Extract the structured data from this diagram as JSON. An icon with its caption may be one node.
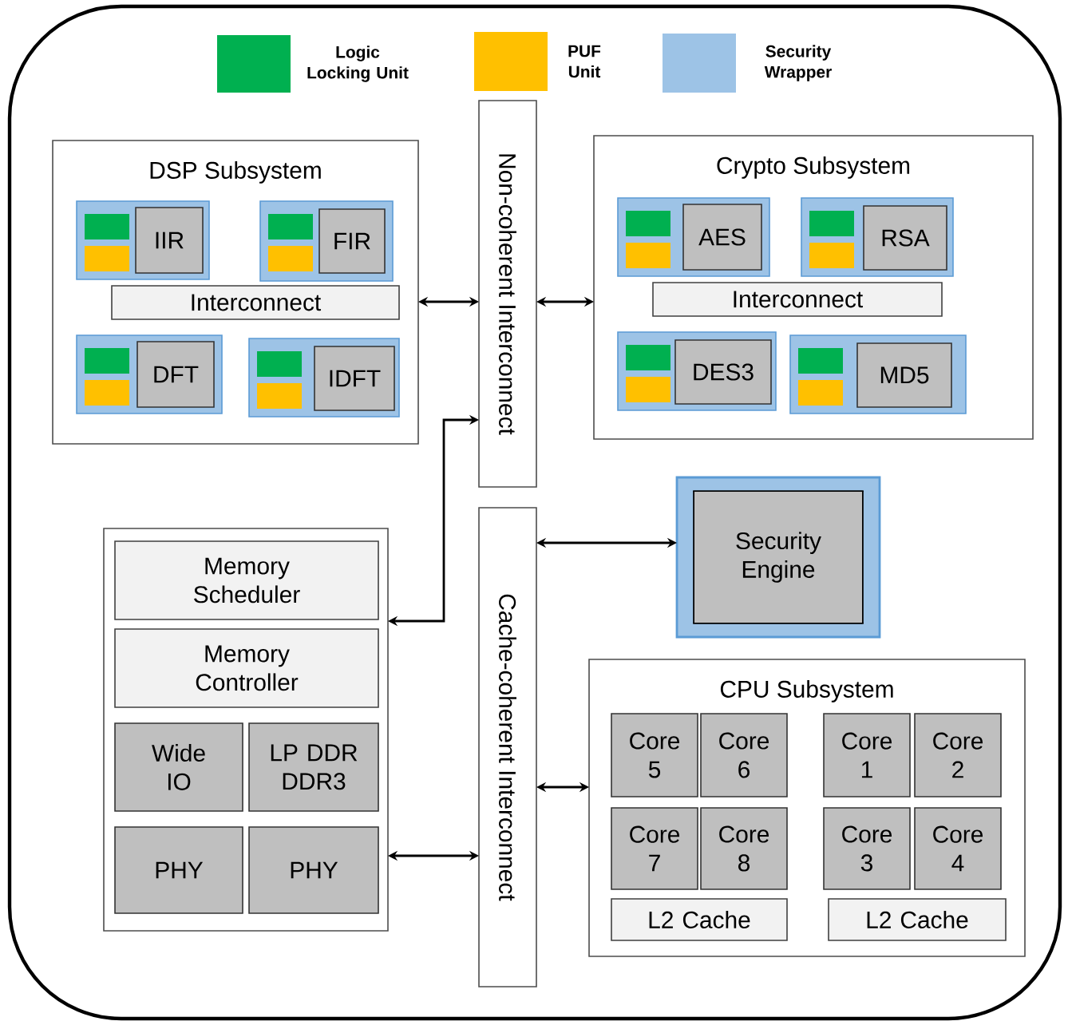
{
  "diagram": {
    "nodes": [
      {
        "text": [
          "DSP Subsystem"
        ]
      },
      {
        "text": [
          "IIR"
        ],
        "in": 0
      },
      {
        "text": [
          "FIR"
        ],
        "in": 0
      },
      {
        "text": [
          "Interconnect"
        ],
        "in": 0
      },
      {
        "text": [
          "DFT"
        ],
        "in": 0
      },
      {
        "text": [
          "IDFT"
        ],
        "in": 0
      },
      {
        "text": [
          "Non-coherent Interconnect"
        ]
      },
      {
        "text": [
          "Crypto Subsystem"
        ]
      },
      {
        "text": [
          "AES"
        ],
        "in": 7
      },
      {
        "text": [
          "RSA"
        ],
        "in": 7
      },
      {
        "text": [
          "Interconnect"
        ],
        "in": 7
      },
      {
        "text": [
          "DES3"
        ],
        "in": 7
      },
      {
        "text": [
          "MD5"
        ],
        "in": 7
      },
      {
        "text": [],
        "shape": "box"
      },
      {
        "text": [
          "Memory Scheduler"
        ],
        "in": 13
      },
      {
        "text": [
          "Memory Controller"
        ],
        "in": 13
      },
      {
        "text": [
          "Wide IO"
        ],
        "in": 13
      },
      {
        "text": [
          "LP DDR DDR3"
        ],
        "in": 13
      },
      {
        "text": [
          "PHY"
        ],
        "in": 13
      },
      {
        "text": [
          "PHY"
        ],
        "in": 13
      },
      {
        "text": [
          "Cache-coherent Interconnect"
        ]
      },
      {
        "text": [
          "Security Engine"
        ]
      },
      {
        "text": [
          "CPU Subsystem"
        ]
      },
      {
        "text": [
          "Core 5"
        ],
        "in": 22
      },
      {
        "text": [
          "Core 6"
        ],
        "in": 22
      },
      {
        "text": [
          "Core 1"
        ],
        "in": 22
      },
      {
        "text": [
          "Core 2"
        ],
        "in": 22
      },
      {
        "text": [
          "Core 7"
        ],
        "in": 22
      },
      {
        "text": [
          "Core 8"
        ],
        "in": 22
      },
      {
        "text": [
          "Core 3"
        ],
        "in": 22
      },
      {
        "text": [
          "Core 4"
        ],
        "in": 22
      },
      {
        "text": [
          "L2 Cache"
        ],
        "in": 22
      },
      {
        "text": [
          "L2 Cache"
        ],
        "in": 22
      }
    ],
    "edges": [
      {
        "from": 0,
        "to": 6,
        "arrow": "both"
      },
      {
        "from": 6,
        "to": 7,
        "arrow": "both"
      },
      {
        "from": 13,
        "to": 6,
        "arrow": "both"
      },
      {
        "from": 20,
        "to": 21,
        "arrow": "both"
      },
      {
        "from": 20,
        "to": 22,
        "arrow": "both"
      },
      {
        "from": 13,
        "to": 20,
        "arrow": "both"
      }
    ],
    "legend": [
      {
        "text": "Logic Locking Unit",
        "color": "#00b050"
      },
      {
        "text": "PUF Unit",
        "color": "#ffc000"
      },
      {
        "text": "Security Wrapper",
        "color": "#9dc3e6"
      }
    ]
  }
}
